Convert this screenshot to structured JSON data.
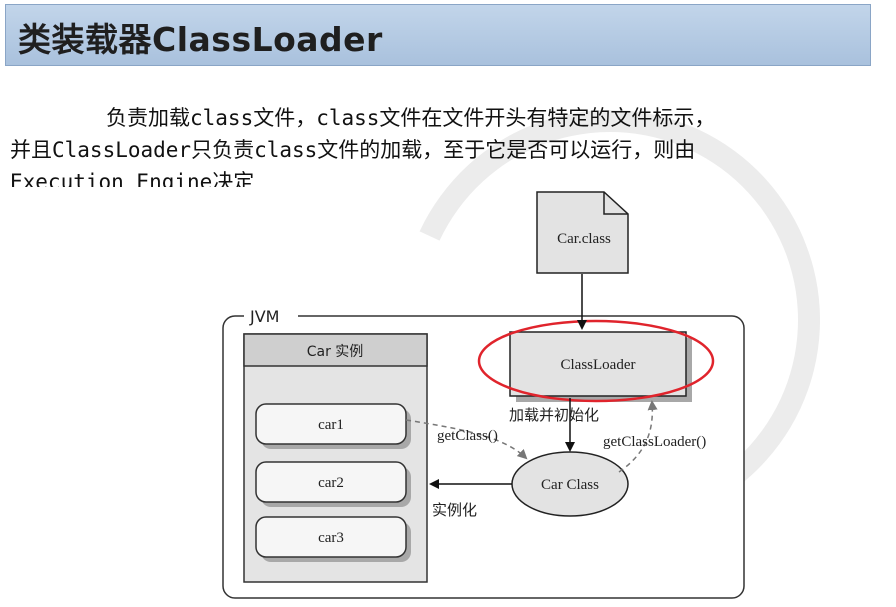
{
  "slide": {
    "title": "类装载器ClassLoader",
    "paragraph": {
      "line1": "负责加载class文件，class文件在文件开头有特定的文件标示，",
      "line2": "并且ClassLoader只负责class文件的加载，至于它是否可以运行，则由",
      "line3": "Execution Engine决定"
    }
  },
  "diagram": {
    "file_label": "Car.class",
    "jvm_label": "JVM",
    "instances_header": "Car 实例",
    "instances": [
      "car1",
      "car2",
      "car3"
    ],
    "classloader_label": "ClassLoader",
    "car_class_label": "Car Class",
    "edge_load_init": "加载并初始化",
    "edge_get_class": "getClass()",
    "edge_get_classloader": "getClassLoader()",
    "edge_instantiate": "实例化",
    "highlight_color": "#e0242c"
  }
}
